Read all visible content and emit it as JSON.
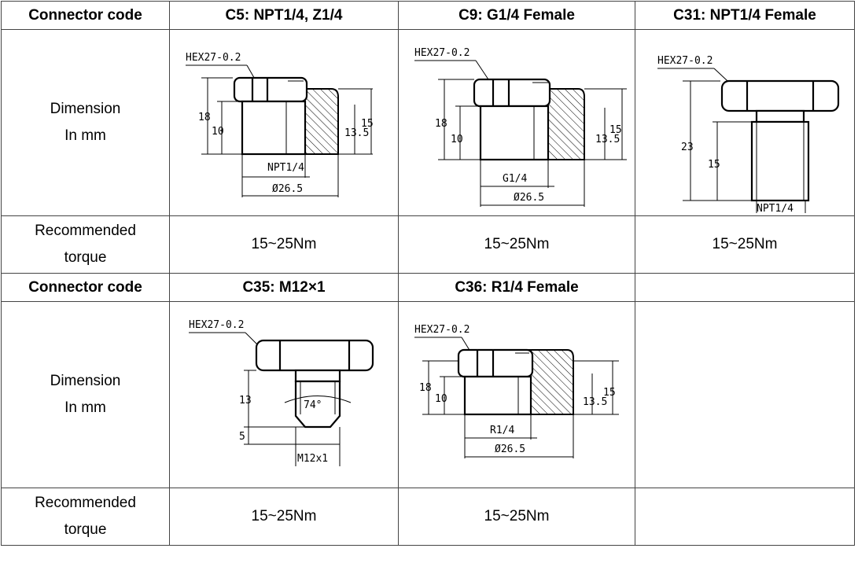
{
  "table": {
    "header_label": "Connector code",
    "dimension_label_line1": "Dimension",
    "dimension_label_line2": "In mm",
    "torque_label_line1": "Recommended",
    "torque_label_line2": "torque",
    "row1": [
      {
        "code": "C5: NPT1/4, Z1/4",
        "torque": "15~25Nm"
      },
      {
        "code": "C9: G1/4 Female",
        "torque": "15~25Nm"
      },
      {
        "code": "C31: NPT1/4 Female",
        "torque": "15~25Nm"
      }
    ],
    "row2": [
      {
        "code": "C35: M12×1",
        "torque": "15~25Nm"
      },
      {
        "code": "C36: R1/4 Female",
        "torque": "15~25Nm"
      },
      {
        "code": "",
        "torque": ""
      }
    ]
  },
  "drawings": {
    "c5": {
      "hex": "HEX27-0.2",
      "h_total": "18",
      "h_inner": "10",
      "h_thread": "13.5",
      "h_outer": "15",
      "thread": "NPT1/4",
      "diameter": "Ø26.5"
    },
    "c9": {
      "hex": "HEX27-0.2",
      "h_total": "18",
      "h_inner": "10",
      "h_thread": "13.5",
      "h_outer": "15",
      "thread": "G1/4",
      "diameter": "Ø26.5"
    },
    "c31": {
      "hex": "HEX27-0.2",
      "h_total": "23",
      "h_thread": "15",
      "thread": "NPT1/4"
    },
    "c35": {
      "hex": "HEX27-0.2",
      "h_body": "13",
      "h_tip": "5",
      "angle": "74°",
      "thread": "M12x1"
    },
    "c36": {
      "hex": "HEX27-0.2",
      "h_total": "18",
      "h_inner": "10",
      "h_thread": "13.5",
      "h_outer": "15",
      "thread": "R1/4",
      "diameter": "Ø26.5"
    }
  }
}
